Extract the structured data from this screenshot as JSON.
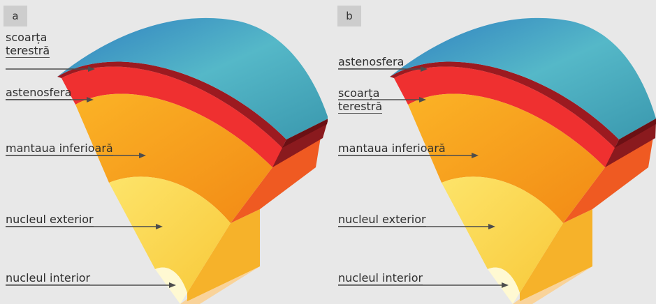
{
  "panels": [
    {
      "badge": "a",
      "labels": {
        "crust_line1": "scoarța",
        "crust_line2": "terestră",
        "asthenosphere": "astenosfera",
        "lower_mantle": "mantaua inferioară",
        "outer_core": "nucleul exterior",
        "inner_core": "nucleul interior"
      }
    },
    {
      "badge": "b",
      "labels": {
        "asthenosphere": "astenosfera",
        "crust_line1": "scoarța",
        "crust_line2": "terestră",
        "lower_mantle": "mantaua inferioară",
        "outer_core": "nucleul exterior",
        "inner_core": "nucleul interior"
      }
    }
  ],
  "colors": {
    "background": "#e8e8e8",
    "surface": "#4fb3c4",
    "crust": "#c8202a",
    "asthenosphere": "#ef3030",
    "lower_mantle": "#f7a21c",
    "outer_core": "#fbd64a",
    "inner_core": "#fffbd6"
  }
}
